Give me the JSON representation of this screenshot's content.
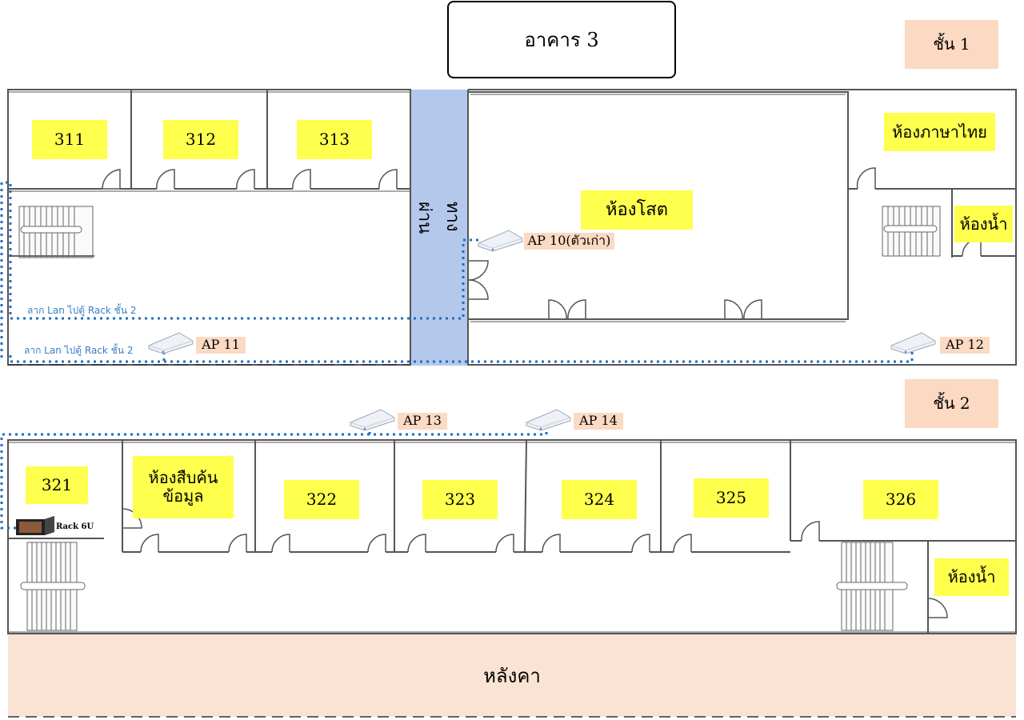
{
  "title": "อาคาร 3",
  "floors": {
    "floor1": "ชั้น 1",
    "floor2": "ชั้น 2"
  },
  "walkway": "ทางผ่าน",
  "roof": "หลังคา",
  "rooms_floor1": {
    "r311": "311",
    "r312": "312",
    "r313": "313",
    "meeting": "ห้องโสต",
    "thai": "ห้องภาษาไทย",
    "toilet": "ห้องน้ำ"
  },
  "rooms_floor2": {
    "r321": "321",
    "research_line1": "ห้องสืบค้น",
    "research_line2": "ข้อมูล",
    "r322": "322",
    "r323": "323",
    "r324": "324",
    "r325": "325",
    "r326": "326",
    "toilet": "ห้องน้ำ"
  },
  "access_points": {
    "ap10": "AP 10(ตัวเก่า)",
    "ap11": "AP 11",
    "ap12": "AP 12",
    "ap13": "AP 13",
    "ap14": "AP 14"
  },
  "cable_notes": {
    "upper": "ลาก Lan ไปตู้ Rack ชั้น 2",
    "lower": "ลาก Lan ไปตู้ Rack ชั้น 2"
  },
  "rack": "Rack 6U",
  "colors": {
    "room_label": "#ffff4d",
    "floor_label": "#fbd9c3",
    "walkway": "#b4c8ec",
    "roof": "#fbe3d3",
    "cable": "#1f6fbf"
  }
}
